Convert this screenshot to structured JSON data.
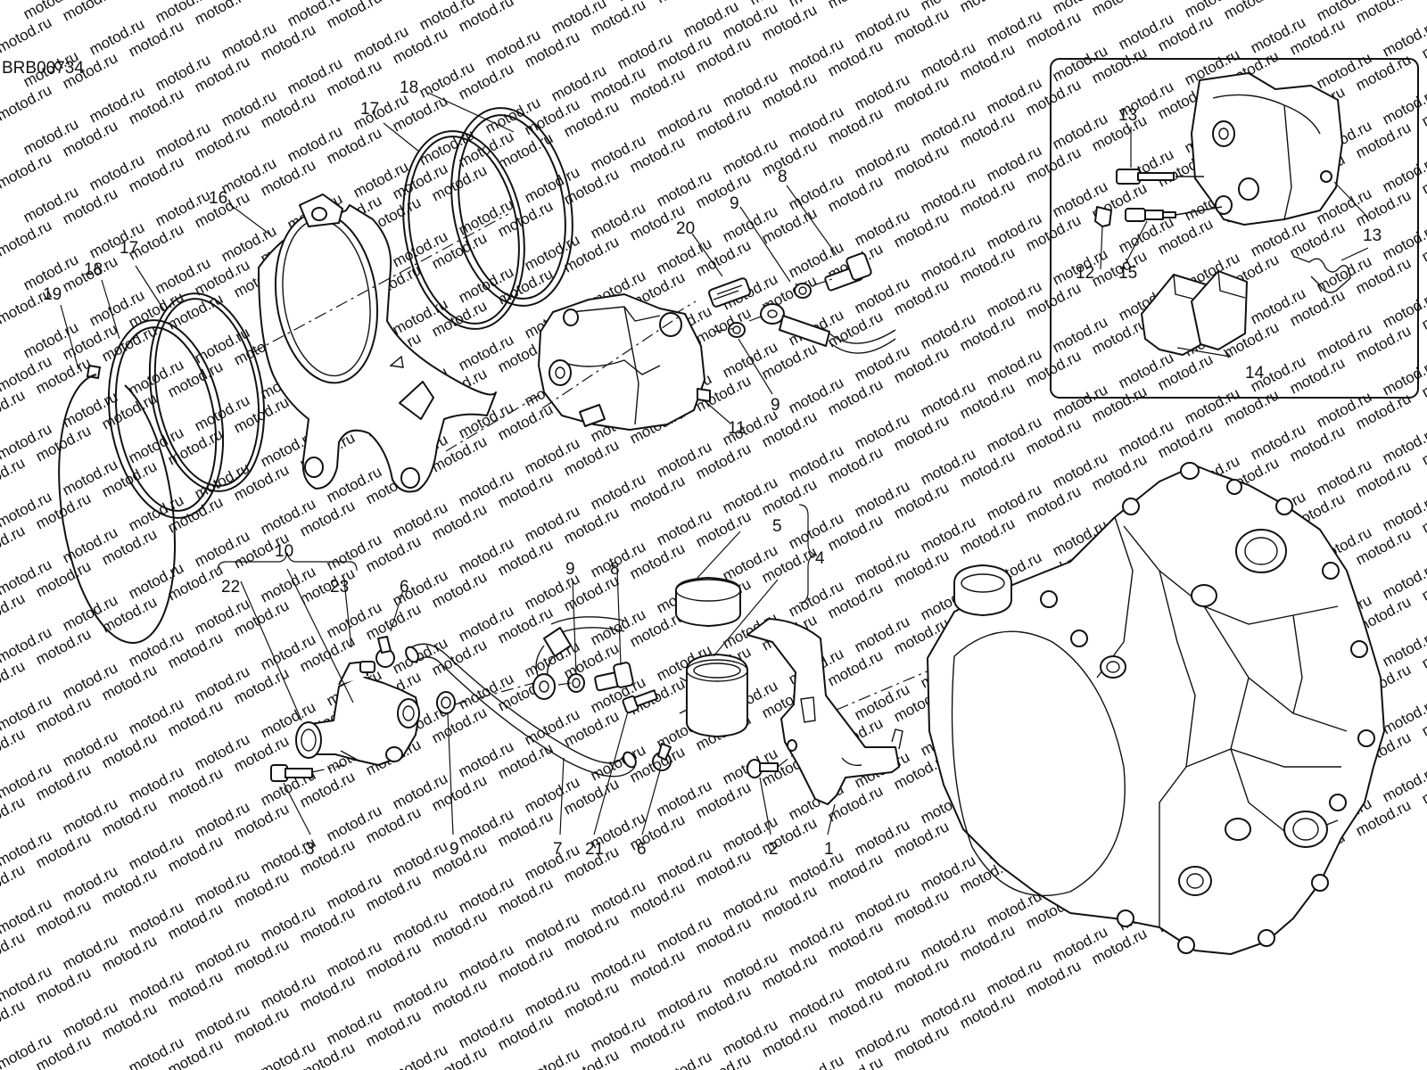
{
  "drawing_code": "BRB00734",
  "watermark": "motod.ru",
  "labels": {
    "p1": "1",
    "p2": "2",
    "p3": "3",
    "p4": "4",
    "p5": "5",
    "p6a": "6",
    "p6b": "6",
    "p7": "7",
    "p8a": "8",
    "p8b": "8",
    "p9a": "9",
    "p9b": "9",
    "p9c": "9",
    "p9d": "9",
    "p10": "10",
    "p11": "11",
    "p12": "12",
    "p13a": "13",
    "p13b": "13",
    "p14": "14",
    "p15": "15",
    "p16": "16",
    "p17a": "17",
    "p17b": "17",
    "p18a": "18",
    "p18b": "18",
    "p19": "19",
    "p20": "20",
    "p21": "21",
    "p22": "22",
    "p23": "23"
  }
}
